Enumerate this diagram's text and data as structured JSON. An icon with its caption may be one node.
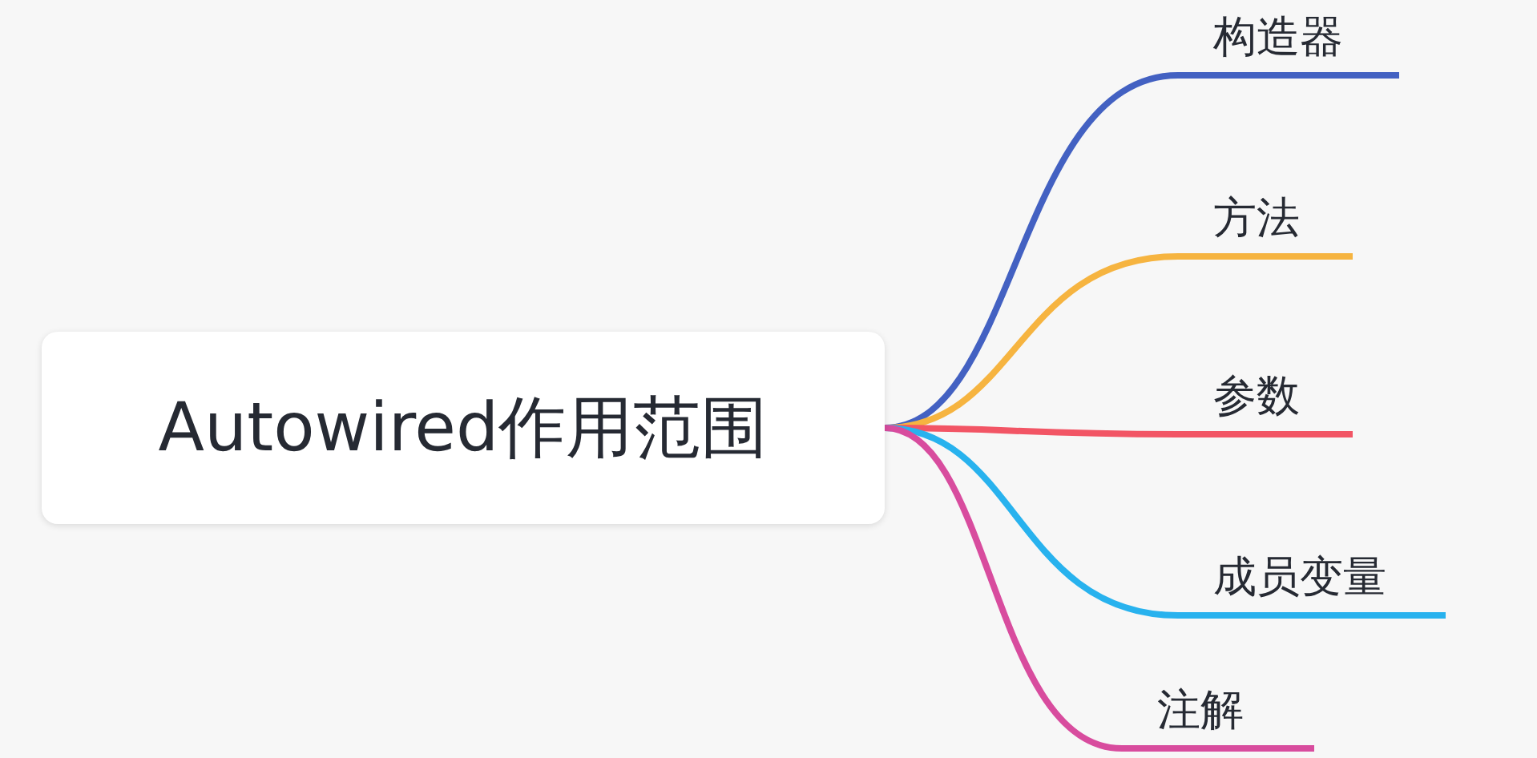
{
  "diagram": {
    "nodes": [
      {
        "text": [
          "Autowired作用范围"
        ]
      },
      {
        "text": [
          "构造器"
        ]
      },
      {
        "text": [
          "方法"
        ]
      },
      {
        "text": [
          "参数"
        ]
      },
      {
        "text": [
          "成员变量"
        ]
      },
      {
        "text": [
          "注解"
        ]
      }
    ],
    "edges": [
      {
        "from": 0,
        "to": 1,
        "arrow": "none",
        "color": "#4361c2"
      },
      {
        "from": 0,
        "to": 2,
        "arrow": "none",
        "color": "#f6b440"
      },
      {
        "from": 0,
        "to": 3,
        "arrow": "none",
        "color": "#f25565"
      },
      {
        "from": 0,
        "to": 4,
        "arrow": "none",
        "color": "#28b2ee"
      },
      {
        "from": 0,
        "to": 5,
        "arrow": "none",
        "color": "#d84c9e"
      }
    ]
  }
}
